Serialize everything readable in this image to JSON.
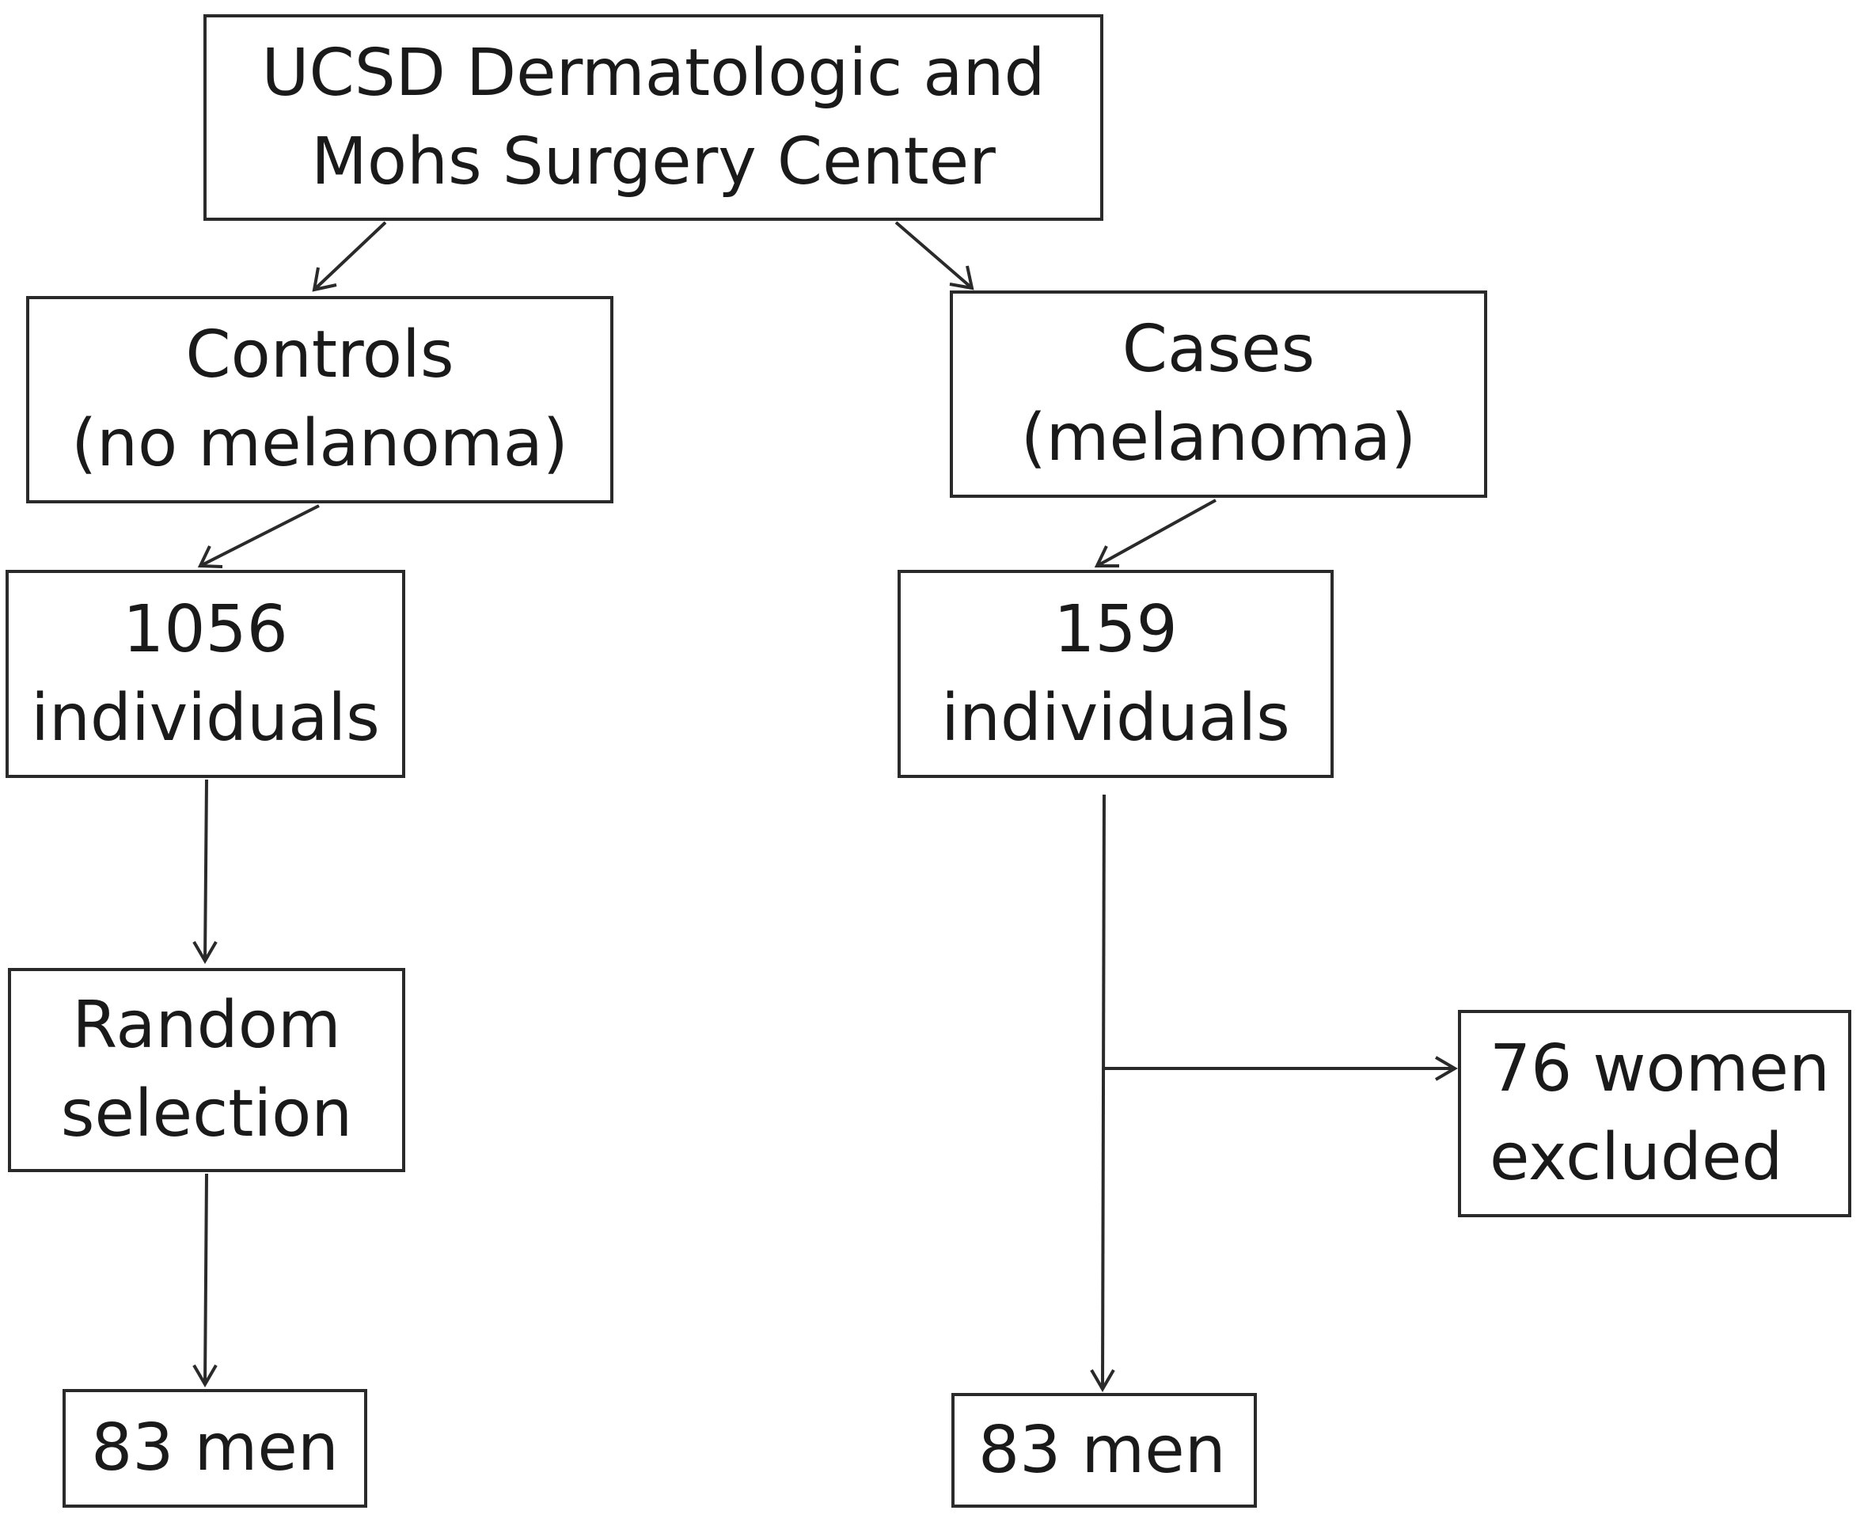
{
  "diagram": {
    "source": {
      "lines": [
        "UCSD Dermatologic and",
        "Mohs Surgery Center"
      ]
    },
    "controls": {
      "lines": [
        "Controls",
        "(no melanoma)"
      ],
      "count_lines": [
        "1056",
        "individuals"
      ],
      "selection_lines": [
        "Random",
        "selection"
      ],
      "result": "83 men"
    },
    "cases": {
      "lines": [
        "Cases",
        "(melanoma)"
      ],
      "count_lines": [
        "159",
        "individuals"
      ],
      "excluded_lines": [
        "76 women",
        "excluded"
      ],
      "result": "83 men"
    }
  }
}
